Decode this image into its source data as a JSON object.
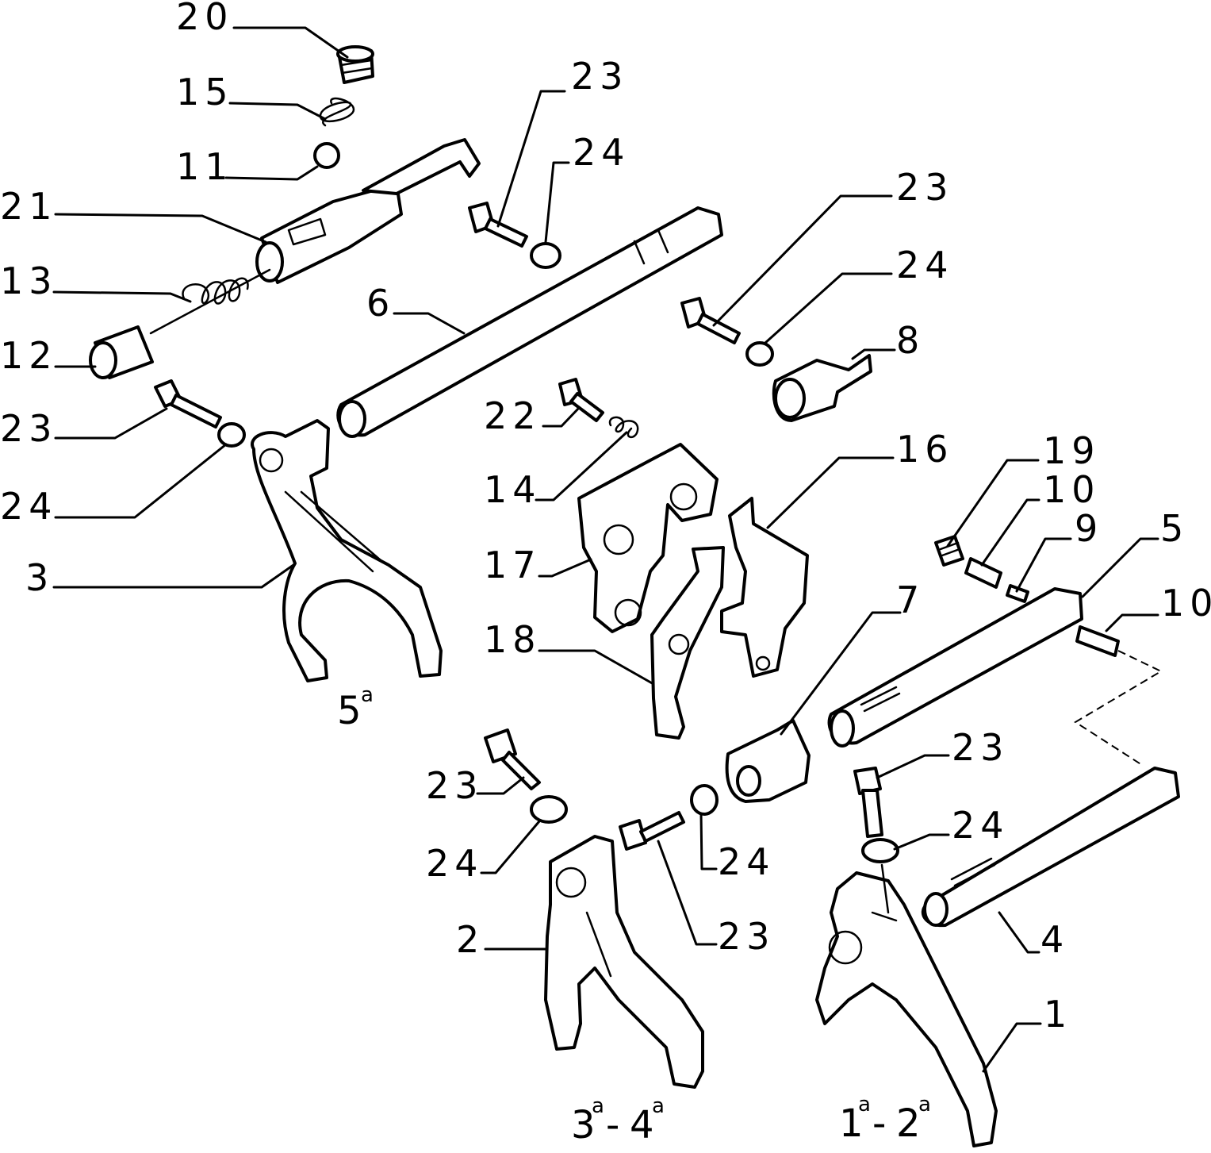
{
  "labels": {
    "p20": "20",
    "p15": "15",
    "p11": "11",
    "p21": "21",
    "p13": "13",
    "p12": "12",
    "p23a": "23",
    "p24a": "24",
    "p3": "3",
    "p23b": "23",
    "p24b": "24",
    "p6": "6",
    "p23c": "23",
    "p24c": "24",
    "p8": "8",
    "p22": "22",
    "p14": "14",
    "p17": "17",
    "p18": "18",
    "p16": "16",
    "p19": "19",
    "p10a": "10",
    "p9": "9",
    "p5": "5",
    "p10b": "10",
    "p7": "7",
    "p23d": "23",
    "p24d": "24",
    "p24e": "24",
    "p23e": "23",
    "p2": "2",
    "p23f": "23",
    "p24f": "24",
    "p4": "4",
    "p1": "1"
  },
  "gears": {
    "fifth": {
      "num": "5",
      "sup": "a"
    },
    "third_fourth": {
      "n1": "3",
      "s1": "a",
      "dash": "-",
      "n2": "4",
      "s2": "a"
    },
    "first_second": {
      "n1": "1",
      "s1": "a",
      "dash": "-",
      "n2": "2",
      "s2": "a"
    }
  }
}
